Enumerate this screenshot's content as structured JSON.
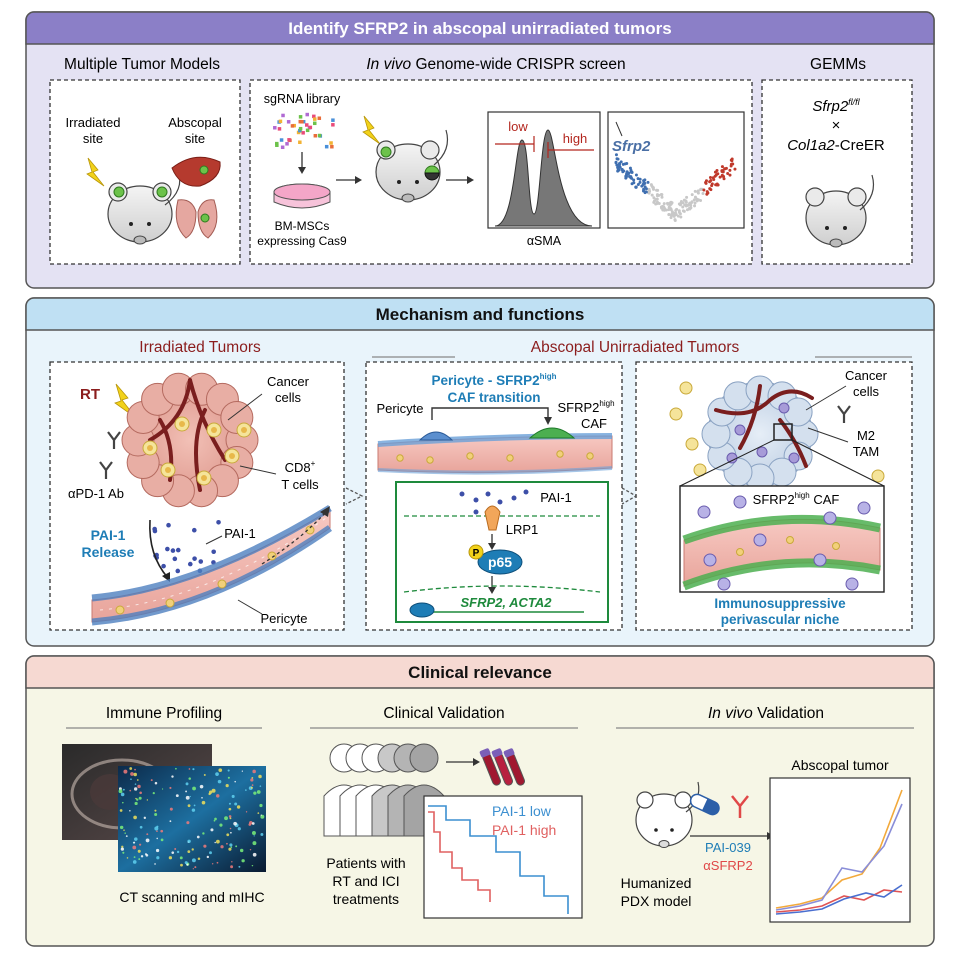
{
  "panel1": {
    "title": "Identify SFRP2 in abscopal unirradiated tumors",
    "col1": {
      "title": "Multiple Tumor Models",
      "irr1": "Irradiated",
      "irr2": "site",
      "abs1": "Abscopal",
      "abs2": "site"
    },
    "col2": {
      "title_italic": "In vivo",
      "title_rest": " Genome-wide CRISPR screen",
      "sgrna": "sgRNA library",
      "bm1": "BM-MSCs",
      "bm2": "expressing Cas9",
      "low": "low",
      "high": "high",
      "xaxis": "αSMA",
      "gene": "Sfrp2"
    },
    "col3": {
      "title": "GEMMs",
      "gene1": "Sfrp2",
      "gene1_sup": "fl/fl",
      "times": "×",
      "gene2_italic": "Col1a2",
      "gene2_rest": "-CreER"
    }
  },
  "panel2": {
    "title": "Mechanism and functions",
    "irr_title": "Irradiated Tumors",
    "abs_title": "Abscopal Unirradiated Tumors",
    "box1": {
      "rt": "RT",
      "cancer1": "Cancer",
      "cancer2": "cells",
      "ab": "αPD-1 Ab",
      "cd8": "CD8",
      "cd8_sup": "+",
      "tcells": "T cells",
      "pai_release1": "PAI-1",
      "pai_release2": "Release",
      "pai": "PAI-1",
      "pericyte": "Pericyte"
    },
    "box2": {
      "trans1": "Pericyte - SFRP2",
      "trans1_sup": "high",
      "trans2": "CAF transition",
      "pericyte": "Pericyte",
      "sfrp_caf1": "SFRP2",
      "sfrp_caf1_sup": "high",
      "sfrp_caf2": "CAF",
      "pai": "PAI-1",
      "lrp1": "LRP1",
      "p": "P",
      "p65": "p65",
      "genes": "SFRP2, ACTA2"
    },
    "box3": {
      "cancer1": "Cancer",
      "cancer2": "cells",
      "m2": "M2",
      "tam": "TAM",
      "caf": "SFRP2",
      "caf_sup": "high",
      "caf_rest": " CAF",
      "niche1": "Immunosuppressive",
      "niche2": "perivascular niche"
    }
  },
  "panel3": {
    "title": "Clinical relevance",
    "immune": {
      "title": "Immune Profiling",
      "caption": "CT scanning and mIHC"
    },
    "clinical": {
      "title": "Clinical Validation",
      "legend_low": "PAI-1 low",
      "legend_high": "PAI-1 high",
      "pat1": "Patients with",
      "pat2": "RT and ICI",
      "pat3": "treatments"
    },
    "invivo": {
      "title_italic": "In vivo",
      "title_rest": " Validation",
      "chart_title": "Abscopal tumor",
      "drug1": "PAI-039",
      "drug2": "αSFRP2",
      "model1": "Humanized",
      "model2": "PDX model"
    }
  },
  "colors": {
    "panel1_header": "#8b7fc7",
    "panel1_bg": "#e4e2f3",
    "panel2_header": "#bfe0f3",
    "panel2_bg": "#e9f4fb",
    "panel3_header": "#f6d9d2",
    "panel3_bg": "#f6f6e6",
    "accent_red": "#8b1d1d",
    "accent_blue": "#1e7db6",
    "accent_green": "#1e8a3c"
  }
}
